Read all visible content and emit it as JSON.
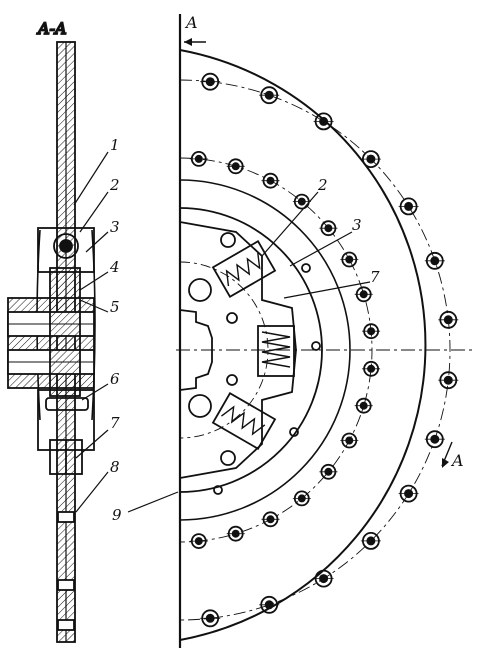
{
  "section_title": "A-A",
  "section_marks": [
    "A",
    "A"
  ],
  "callouts": [
    "1",
    "2",
    "3",
    "4",
    "5",
    "6",
    "7",
    "8",
    "9"
  ],
  "disc_callouts": [
    "2",
    "3",
    "7"
  ],
  "colors": {
    "ink": "#111111",
    "paper": "#ffffff"
  },
  "rivet_count_outer": 14,
  "rivet_count_inner": 16
}
